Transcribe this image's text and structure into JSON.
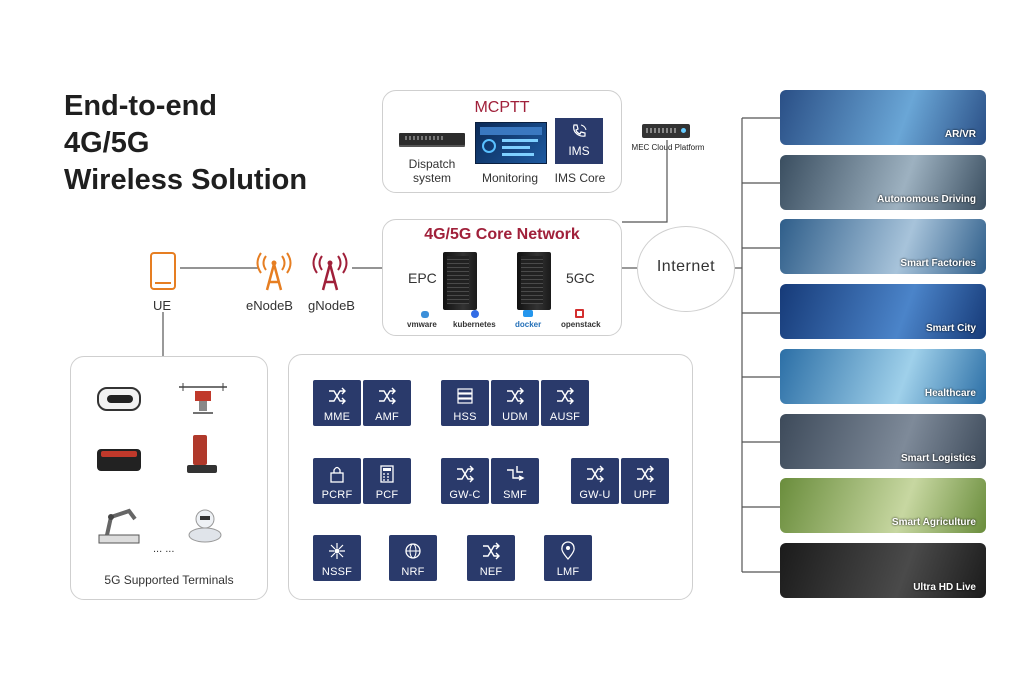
{
  "title_lines": [
    "End-to-end",
    "4G/5G",
    "Wireless Solution"
  ],
  "mcptt": {
    "title": "MCPTT",
    "items": [
      {
        "label_line1": "Dispatch",
        "label_line2": "system",
        "icon": "switch-device-icon"
      },
      {
        "label_line1": "Monitoring",
        "label_line2": "",
        "icon": "monitoring-screen-icon"
      },
      {
        "label_line1": "IMS Core",
        "label_line2": "",
        "icon": "ims-phone-icon"
      }
    ],
    "ims_tile_text": "IMS"
  },
  "mec": {
    "label": "MEC Cloud Platform"
  },
  "core_network": {
    "title": "4G/5G Core Network",
    "epc": "EPC",
    "fivegc": "5GC",
    "logos": [
      "vmware",
      "kubernetes",
      "docker",
      "openstack"
    ]
  },
  "internet": {
    "label": "Internet"
  },
  "access": {
    "ue": "UE",
    "enodeb": "eNodeB",
    "gnodeb": "gNodeB"
  },
  "terminals": {
    "caption": "5G Supported Terminals",
    "ellipsis": "... ...",
    "devices": [
      "vr-headset-icon",
      "drone-icon",
      "robot-vacuum-icon",
      "agv-forklift-icon",
      "robot-arm-icon",
      "service-robot-icon"
    ]
  },
  "network_functions": [
    {
      "label": "MME",
      "icon": "shuffle"
    },
    {
      "label": "AMF",
      "icon": "shuffle"
    },
    {
      "label": "HSS",
      "icon": "list"
    },
    {
      "label": "UDM",
      "icon": "shuffle"
    },
    {
      "label": "AUSF",
      "icon": "shuffle"
    },
    {
      "label": "PCRF",
      "icon": "lock"
    },
    {
      "label": "PCF",
      "icon": "calculator"
    },
    {
      "label": "GW-C",
      "icon": "shuffle"
    },
    {
      "label": "SMF",
      "icon": "flow"
    },
    {
      "label": "GW-U",
      "icon": "shuffle"
    },
    {
      "label": "UPF",
      "icon": "shuffle"
    },
    {
      "label": "NSSF",
      "icon": "network"
    },
    {
      "label": "NRF",
      "icon": "globe"
    },
    {
      "label": "NEF",
      "icon": "shuffle"
    },
    {
      "label": "LMF",
      "icon": "pin"
    }
  ],
  "applications": [
    {
      "label": "AR/VR",
      "colors": [
        "#2a4f86",
        "#6aa6d6"
      ]
    },
    {
      "label": "Autonomous Driving",
      "colors": [
        "#3a4e60",
        "#9db1c0"
      ]
    },
    {
      "label": "Smart Factories",
      "colors": [
        "#2f5e8a",
        "#a7c3da"
      ]
    },
    {
      "label": "Smart City",
      "colors": [
        "#163a78",
        "#4b84c9"
      ]
    },
    {
      "label": "Healthcare",
      "colors": [
        "#2c6fa6",
        "#9fd0ea"
      ]
    },
    {
      "label": "Smart Logistics",
      "colors": [
        "#3d4a5a",
        "#7e8a99"
      ]
    },
    {
      "label": "Smart Agriculture",
      "colors": [
        "#6a8d3c",
        "#c7d7a1"
      ]
    },
    {
      "label": "Ultra HD Live",
      "colors": [
        "#1b1b1b",
        "#4a4a4a"
      ]
    }
  ]
}
